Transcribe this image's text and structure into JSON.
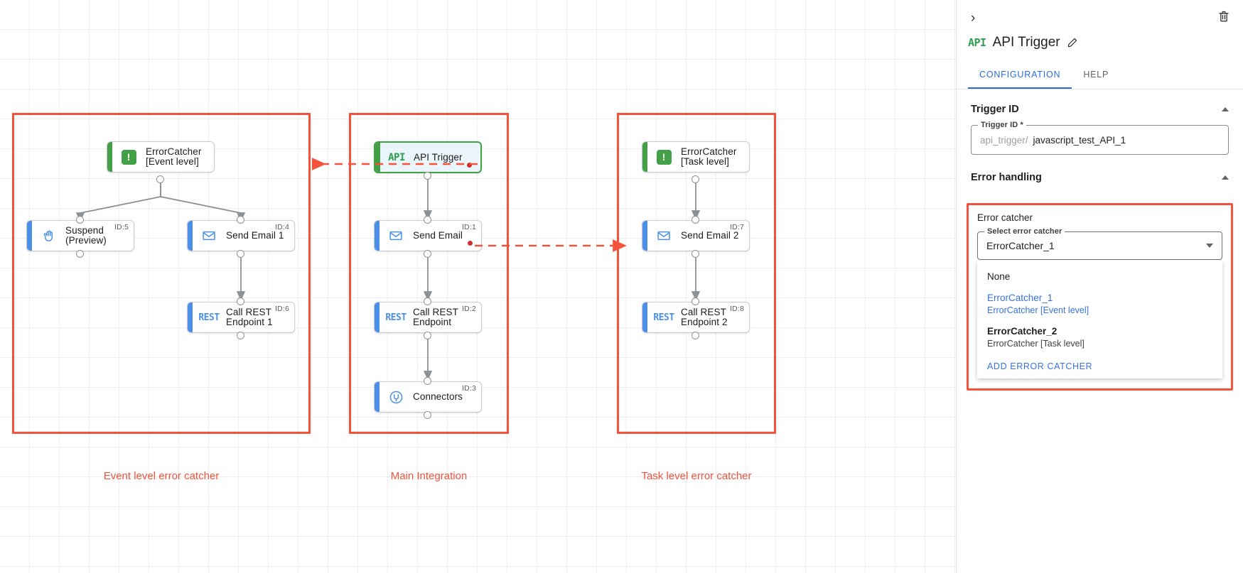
{
  "canvas": {
    "groups": [
      {
        "id": "event-level",
        "label": "Event level error catcher"
      },
      {
        "id": "main-integration",
        "label": "Main Integration"
      },
      {
        "id": "task-level",
        "label": "Task level error catcher"
      }
    ],
    "nodes": [
      {
        "key": "errorcatcher_event",
        "label": "ErrorCatcher\n[Event level]",
        "icon": "error-catcher-icon",
        "id_tag": "",
        "kind": "green"
      },
      {
        "key": "suspend",
        "label": "Suspend\n(Preview)",
        "icon": "hand-icon",
        "id_tag": "ID:5",
        "kind": "blue"
      },
      {
        "key": "send_email_1",
        "label": "Send Email 1",
        "icon": "envelope-icon",
        "id_tag": "ID:4",
        "kind": "blue"
      },
      {
        "key": "call_rest_endpoint_1",
        "label": "Call REST\nEndpoint 1",
        "icon": "rest-icon",
        "id_tag": "ID:6",
        "kind": "blue"
      },
      {
        "key": "api_trigger",
        "label": "API Trigger",
        "icon": "api-icon",
        "id_tag": "",
        "kind": "trigger"
      },
      {
        "key": "send_email",
        "label": "Send Email",
        "icon": "envelope-icon",
        "id_tag": "ID:1",
        "kind": "blue"
      },
      {
        "key": "call_rest_endpoint",
        "label": "Call REST\nEndpoint",
        "icon": "rest-icon",
        "id_tag": "ID:2",
        "kind": "blue"
      },
      {
        "key": "connectors",
        "label": "Connectors",
        "icon": "connectors-icon",
        "id_tag": "ID:3",
        "kind": "blue"
      },
      {
        "key": "errorcatcher_task",
        "label": "ErrorCatcher\n[Task level]",
        "icon": "error-catcher-icon",
        "id_tag": "",
        "kind": "green"
      },
      {
        "key": "send_email_2",
        "label": "Send Email 2",
        "icon": "envelope-icon",
        "id_tag": "ID:7",
        "kind": "blue"
      },
      {
        "key": "call_rest_endpoint_2",
        "label": "Call REST\nEndpoint 2",
        "icon": "rest-icon",
        "id_tag": "ID:8",
        "kind": "blue"
      }
    ],
    "error_catcher_badge_glyph": "!",
    "colors": {
      "group_border": "#f4523b",
      "error_link": "#f4523b",
      "accent_blue": "#4a90e8",
      "accent_green": "#43a047",
      "error_dot": "#d32f2f",
      "edge": "#8c9196"
    }
  },
  "panel": {
    "collapse_glyph": "›",
    "title": "API Trigger",
    "title_badge": "API",
    "tabs": [
      {
        "key": "configuration",
        "label": "CONFIGURATION",
        "active": true
      },
      {
        "key": "help",
        "label": "HELP",
        "active": false
      }
    ],
    "sections": {
      "trigger_id": {
        "heading": "Trigger ID",
        "field_legend": "Trigger ID *",
        "field_prefix": "api_trigger/",
        "field_value": "javascript_test_API_1"
      },
      "error_handling": {
        "heading": "Error handling",
        "error_catcher_title": "Error catcher",
        "select_legend": "Select error catcher",
        "select_value": "ErrorCatcher_1",
        "options": [
          {
            "key": "none",
            "primary": "None",
            "secondary": "",
            "state": "plain"
          },
          {
            "key": "errorcatcher_1",
            "primary": "ErrorCatcher_1",
            "secondary": "ErrorCatcher [Event level]",
            "state": "sel"
          },
          {
            "key": "errorcatcher_2",
            "primary": "ErrorCatcher_2",
            "secondary": "ErrorCatcher [Task level]",
            "state": "norm"
          }
        ],
        "add_action": "ADD ERROR CATCHER"
      }
    }
  }
}
